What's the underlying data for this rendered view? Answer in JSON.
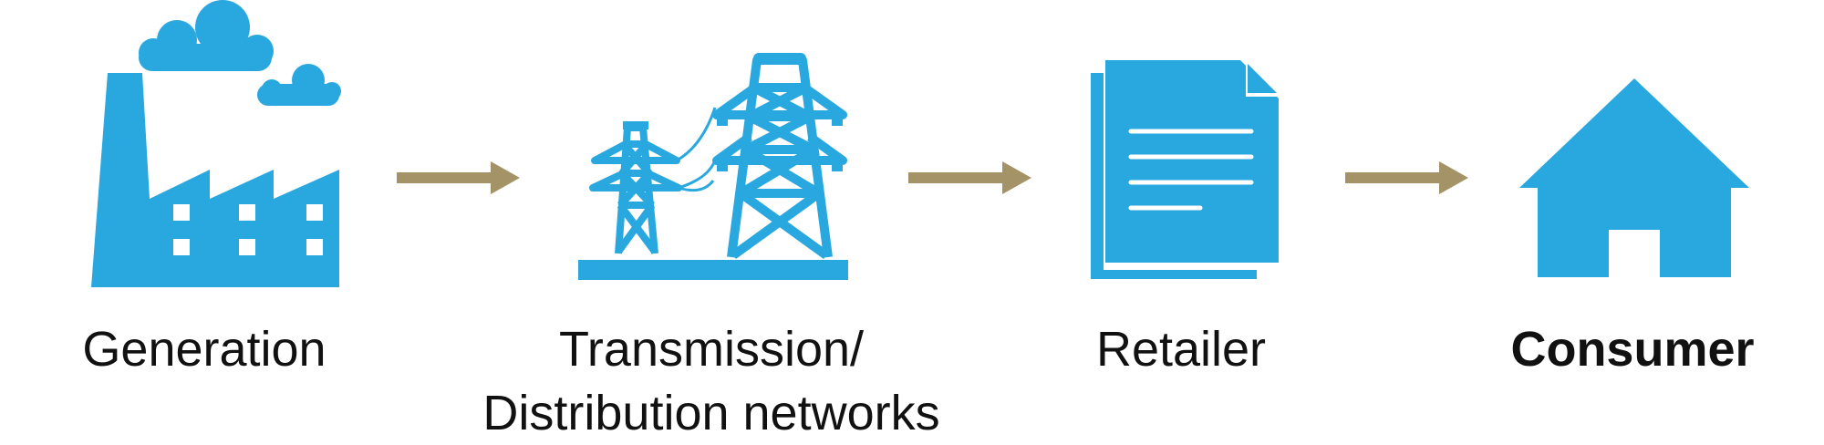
{
  "diagram": {
    "colors": {
      "icon": "#29a8e0",
      "arrow": "#a39366",
      "text": "#111111"
    },
    "stages": [
      {
        "icon": "factory-icon",
        "label_lines": [
          "Generation"
        ],
        "bold": false
      },
      {
        "icon": "transmission-tower-icon",
        "label_lines": [
          "Transmission/",
          "Distribution networks"
        ],
        "bold": false
      },
      {
        "icon": "document-icon",
        "label_lines": [
          "Retailer"
        ],
        "bold": false
      },
      {
        "icon": "house-icon",
        "label_lines": [
          "Consumer"
        ],
        "bold": true
      }
    ],
    "connectors": [
      {
        "from": "Generation",
        "to": "Transmission/Distribution networks"
      },
      {
        "from": "Transmission/Distribution networks",
        "to": "Retailer"
      },
      {
        "from": "Retailer",
        "to": "Consumer"
      }
    ]
  }
}
